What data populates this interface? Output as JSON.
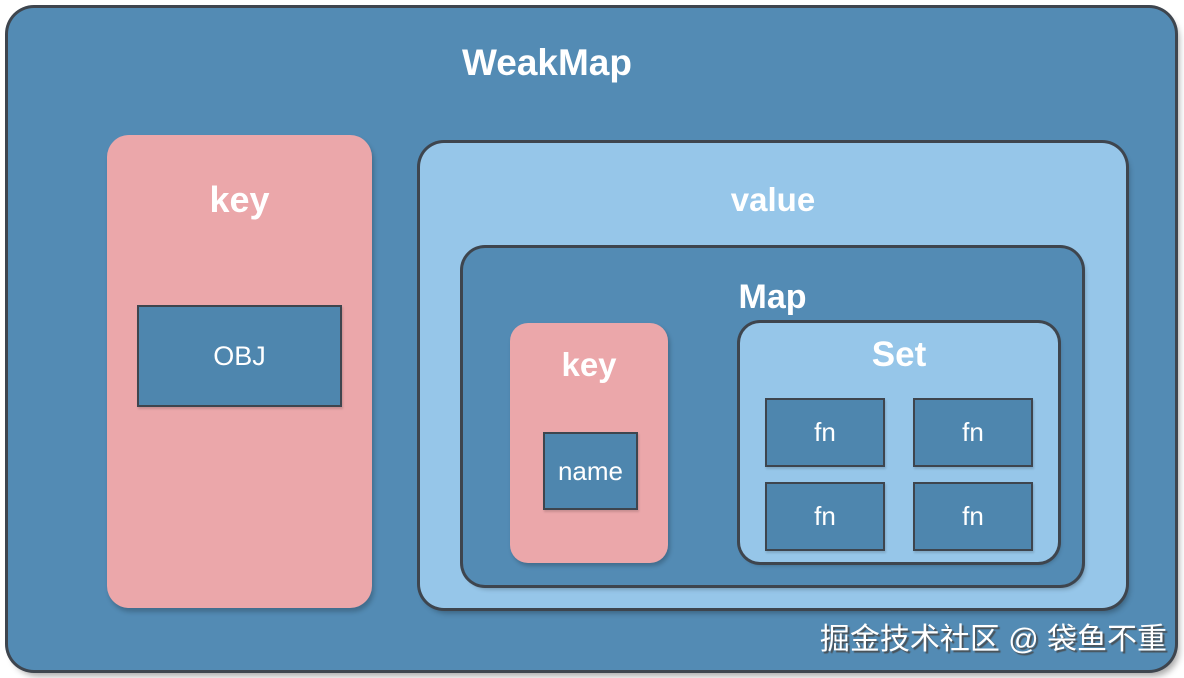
{
  "diagram": {
    "title": "WeakMap",
    "key_panel": {
      "label": "key",
      "item": "OBJ"
    },
    "value_panel": {
      "label": "value",
      "map": {
        "label": "Map",
        "key_panel": {
          "label": "key",
          "item": "name"
        },
        "set": {
          "label": "Set",
          "items": [
            "fn",
            "fn",
            "fn",
            "fn"
          ]
        }
      }
    },
    "watermark": "掘金技术社区 @ 袋鱼不重",
    "colors": {
      "page_bg": "#ffffff",
      "steel_blue": "#538bb4",
      "steel_blue_dark": "#4e86ae",
      "light_blue": "#96c6e9",
      "pink": "#eba7aa",
      "border": "#3e454e",
      "text": "#ffffff"
    }
  }
}
